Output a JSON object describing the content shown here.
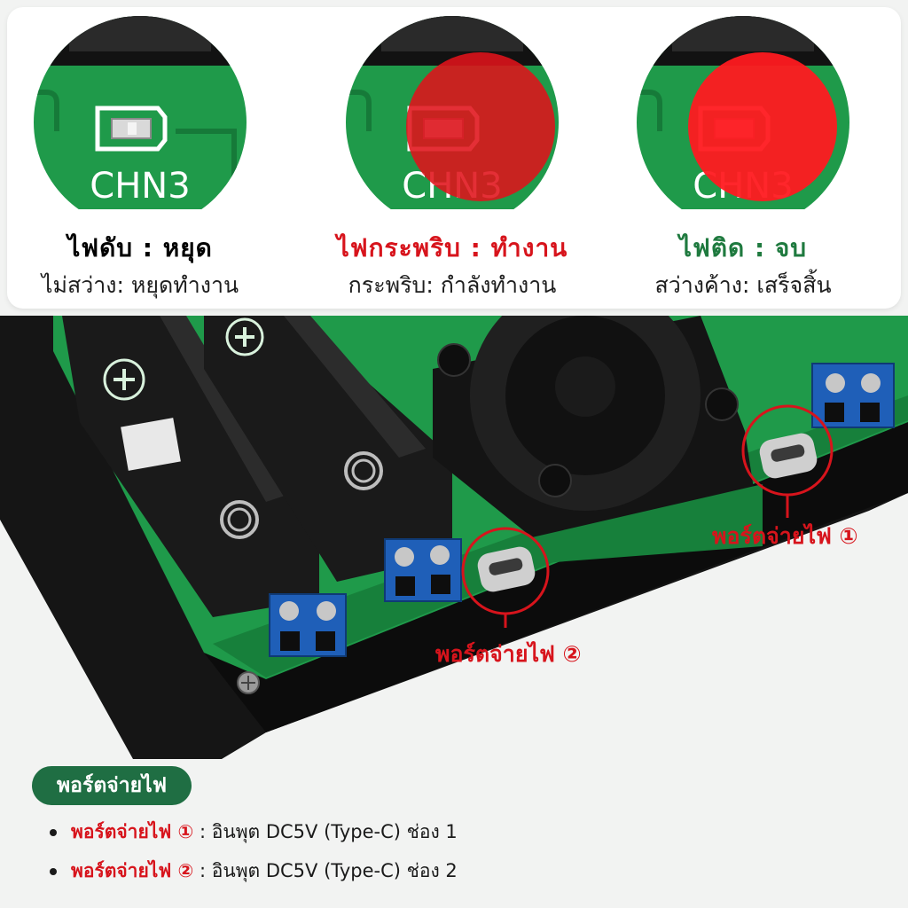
{
  "colors": {
    "pcb": "#1f9a4a",
    "status_off": "#1a1a1a",
    "status_blink": "#d7141c",
    "status_on": "#1f7a3f",
    "callout": "#d7141c",
    "legend_pill": "#1f6e43"
  },
  "led_label": "CHN3",
  "led_states": [
    {
      "title": "ไฟดับ : หยุด",
      "description": "ไม่สว่าง: หยุดทำงาน",
      "lit": false,
      "title_color": "#1a1a1a"
    },
    {
      "title": "ไฟกระพริบ : ทำงาน",
      "description": "กระพริบ: กำลังทำงาน",
      "lit": true,
      "title_color": "#d7141c"
    },
    {
      "title": "ไฟติด : จบ",
      "description": "สว่างค้าง: เสร็จสิ้น",
      "lit": true,
      "title_color": "#1f7a3f"
    }
  ],
  "photo": {
    "callouts": [
      {
        "label": "พอร์ตจ่ายไฟ ①"
      },
      {
        "label": "พอร์ตจ่ายไฟ ②"
      }
    ]
  },
  "legend": {
    "title": "พอร์ตจ่ายไฟ",
    "items": [
      {
        "port": "พอร์ตจ่ายไฟ ①",
        "text": " : อินพุต DC5V (Type-C) ช่อง 1"
      },
      {
        "port": "พอร์ตจ่ายไฟ ②",
        "text": " : อินพุต DC5V (Type-C) ช่อง 2"
      }
    ]
  }
}
